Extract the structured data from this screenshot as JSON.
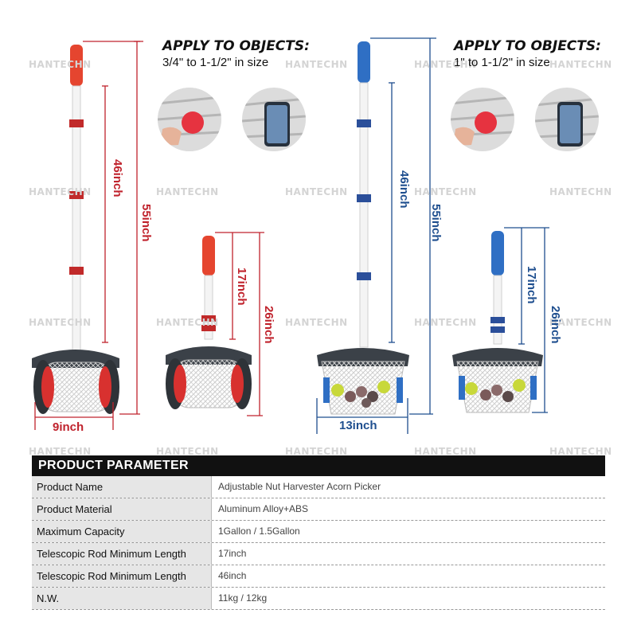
{
  "watermark": "HANTECHN",
  "left_panel": {
    "apply_title": "APPLY TO OBJECTS:",
    "apply_size": "3/4\" to 1-1/2\" in size",
    "dims": {
      "tall_inner": "46inch",
      "tall_outer": "55inch",
      "short_inner": "17inch",
      "short_outer": "26inch",
      "width": "9inch"
    },
    "accent": "#c0232d"
  },
  "right_panel": {
    "apply_title": "APPLY TO OBJECTS:",
    "apply_size": "1\" to 1-1/2\" in size",
    "dims": {
      "tall_inner": "46inch",
      "tall_outer": "55inch",
      "short_inner": "17inch",
      "short_outer": "26inch",
      "width": "13inch"
    },
    "accent": "#1f4f8f"
  },
  "table": {
    "title": "PRODUCT PARAMETER",
    "rows": [
      {
        "label": "Product Name",
        "value": "Adjustable Nut Harvester Acorn Picker"
      },
      {
        "label": "Product Material",
        "value": "Aluminum Alloy+ABS"
      },
      {
        "label": "Maximum Capacity",
        "value": "1Gallon / 1.5Gallon"
      },
      {
        "label": "Telescopic Rod Minimum Length",
        "value": "17inch"
      },
      {
        "label": "Telescopic Rod Minimum Length",
        "value": "46inch"
      },
      {
        "label": "N.W.",
        "value": "11kg / 12kg"
      }
    ]
  }
}
